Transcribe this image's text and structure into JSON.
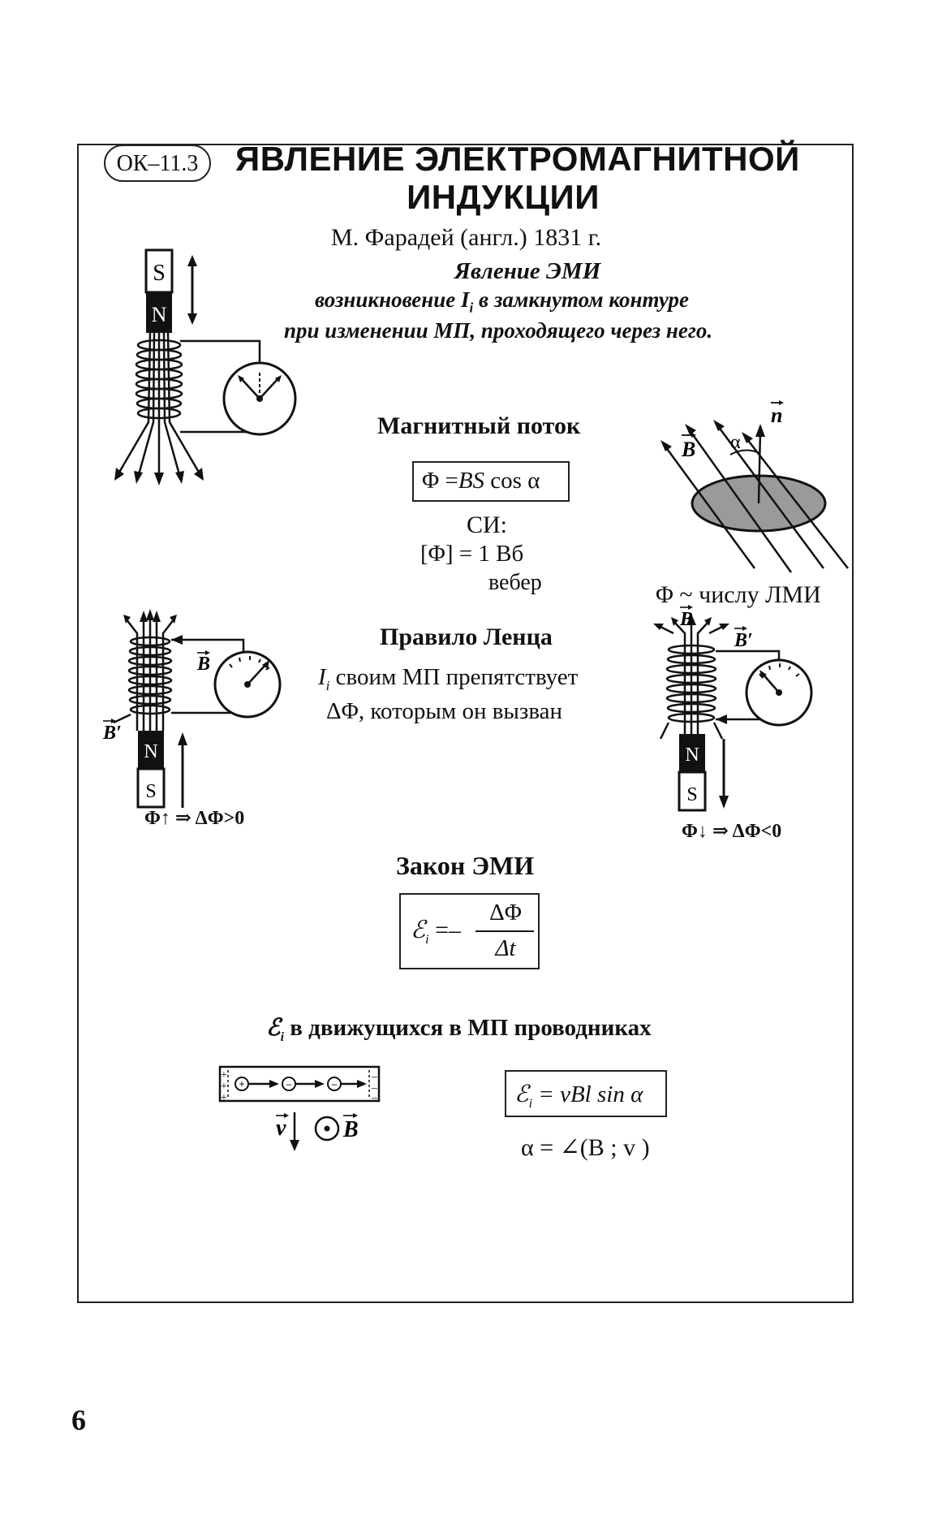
{
  "header": {
    "code": "ОК–11.3",
    "title_line1": "ЯВЛЕНИЕ ЭЛЕКТРОМАГНИТНОЙ",
    "title_line2": "ИНДУКЦИИ"
  },
  "intro": {
    "discoverer": "М. Фарадей (англ.) 1831 г.",
    "heading": "Явление ЭМИ",
    "def_line1_a": "возникновение ",
    "def_line1_sym": "I",
    "def_line1_sub": "i",
    "def_line1_b": " в замкнутом контуре",
    "def_line2": "при изменении МП, проходящего через него."
  },
  "magnet_top": {
    "pole_s": "S",
    "pole_n": "N"
  },
  "flux": {
    "heading": "Магнитный поток",
    "formula_a": "Φ =",
    "formula_b": "BS",
    "formula_c": " cos α",
    "si": "СИ:",
    "unit": "[Φ] = 1 Вб",
    "unit_name": "вебер",
    "diagram_B": "B",
    "diagram_n": "n",
    "diagram_alpha": "α",
    "proportional": "Φ ~ числу ЛМИ"
  },
  "lenz": {
    "heading": "Правило Ленца",
    "line1_sym": "I",
    "line1_sub": "i",
    "line1_rest": " своим МП препятствует",
    "line2": "ΔΦ, которым он вызван",
    "left_B": "B",
    "left_Bprime": "B′",
    "left_pole_n": "N",
    "left_pole_s": "S",
    "left_caption": "Φ↑ ⇒ ΔΦ>0",
    "right_B": "B",
    "right_Bprime": "B′",
    "right_pole_n": "N",
    "right_pole_s": "S",
    "right_caption": "Φ↓ ⇒ ΔΦ<0"
  },
  "law": {
    "heading": "Закон ЭМИ",
    "lhs": "ℰ",
    "lhs_sub": "i",
    "eq": " =–",
    "numerator": "ΔΦ",
    "denominator": "Δt"
  },
  "moving": {
    "heading_sym": "ℰ",
    "heading_sub": "i",
    "heading_rest": " в движущихся в МП проводниках",
    "plus": "+",
    "minus": "–",
    "charge_left": "+",
    "charge_right": "–",
    "v_label": "v",
    "B_label": "B",
    "formula_sym": "ℰ",
    "formula_sub": "i",
    "formula_rest": " = vBl sin α",
    "alpha_def": "α = ∠(B ; v )"
  },
  "footer": {
    "page_number": "6"
  }
}
